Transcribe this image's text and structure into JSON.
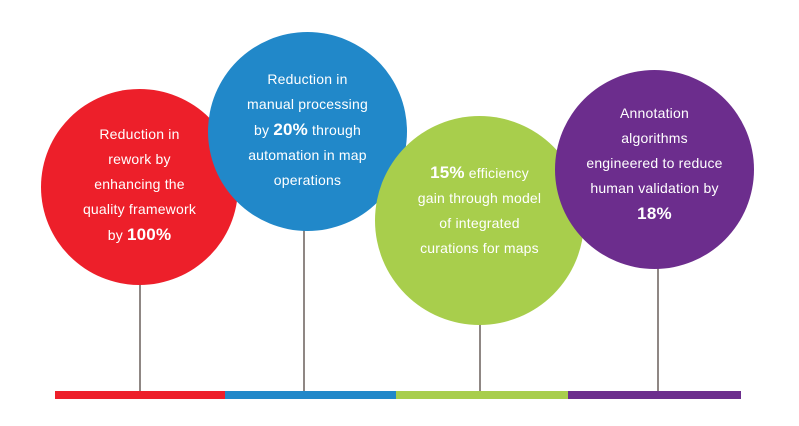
{
  "colors": {
    "red": "#ED1F2A",
    "blue": "#2188C9",
    "green": "#A8CE4C",
    "purple": "#6C2D8D",
    "stem": "#8F8784"
  },
  "items": [
    {
      "color": "red",
      "lines": [
        "Reduction in",
        "rework by",
        "enhancing the",
        "quality framework"
      ],
      "last_prefix": "by ",
      "highlight": "100%",
      "last_suffix": ""
    },
    {
      "color": "blue",
      "line1": "Reduction in",
      "line2": "manual processing",
      "prefix": "by ",
      "highlight": "20%",
      "suffix": " through",
      "line4": "automation in map",
      "line5": "operations"
    },
    {
      "color": "green",
      "highlight": "15%",
      "suffix": " efficiency",
      "line2": "gain through model",
      "line3": "of integrated",
      "line4": "curations for maps"
    },
    {
      "color": "purple",
      "lines": [
        "Annotation",
        "algorithms",
        "engineered to reduce",
        "human validation by"
      ],
      "highlight": "18%"
    }
  ]
}
